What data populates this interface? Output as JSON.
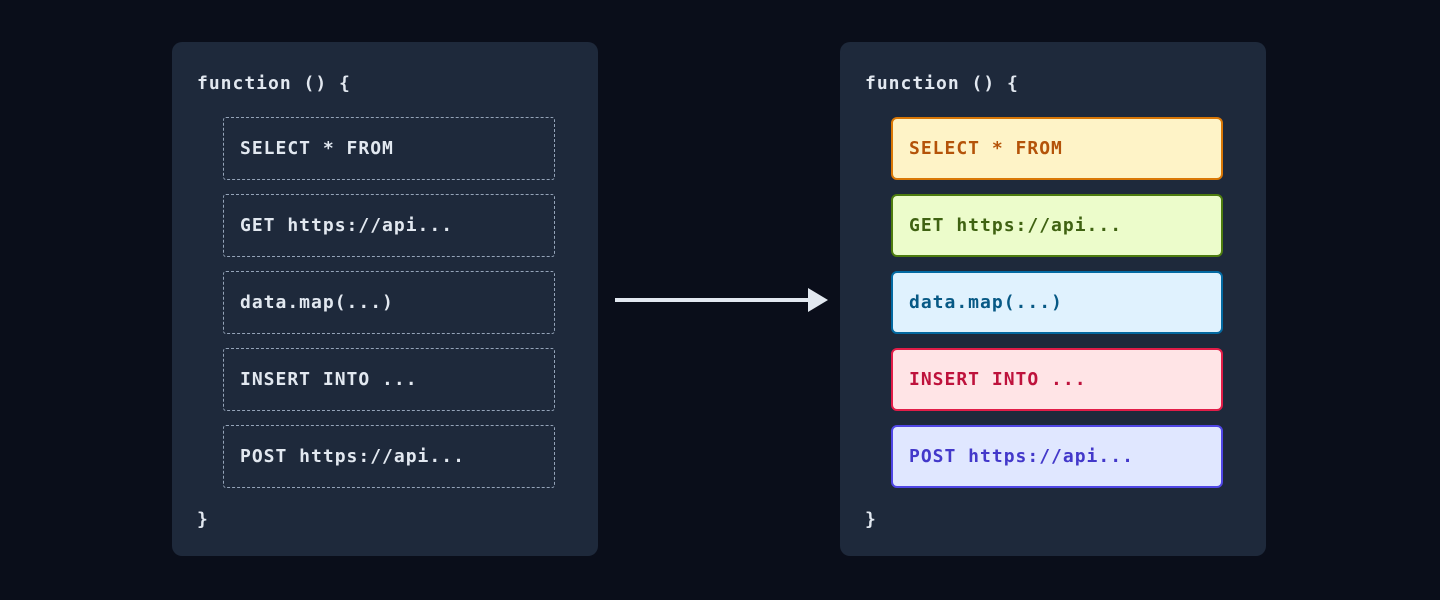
{
  "diagram": {
    "background": "#0a0e1a",
    "panel_background": "#1e293b",
    "code_text_color": "#e2e8f0",
    "dashed_border_color": "#94a3b8",
    "arrow_color": "#e2e8f0",
    "left_panel": {
      "header": "function () {",
      "footer": "}",
      "items": [
        {
          "label": "SELECT * FROM"
        },
        {
          "label": "GET https://api..."
        },
        {
          "label": "data.map(...)"
        },
        {
          "label": "INSERT INTO ..."
        },
        {
          "label": "POST https://api..."
        }
      ]
    },
    "right_panel": {
      "header": "function () {",
      "footer": "}",
      "items": [
        {
          "label": "SELECT * FROM",
          "bg": "#fef3c7",
          "border": "#d97706",
          "color": "#b45309"
        },
        {
          "label": "GET https://api...",
          "bg": "#ecfccb",
          "border": "#4d7c0f",
          "color": "#3f6212"
        },
        {
          "label": "data.map(...)",
          "bg": "#e0f2fe",
          "border": "#0369a1",
          "color": "#075985"
        },
        {
          "label": "INSERT INTO ...",
          "bg": "#ffe4e6",
          "border": "#e11d48",
          "color": "#be123c"
        },
        {
          "label": "POST https://api...",
          "bg": "#e0e7ff",
          "border": "#4f46e5",
          "color": "#4338ca"
        }
      ]
    }
  }
}
